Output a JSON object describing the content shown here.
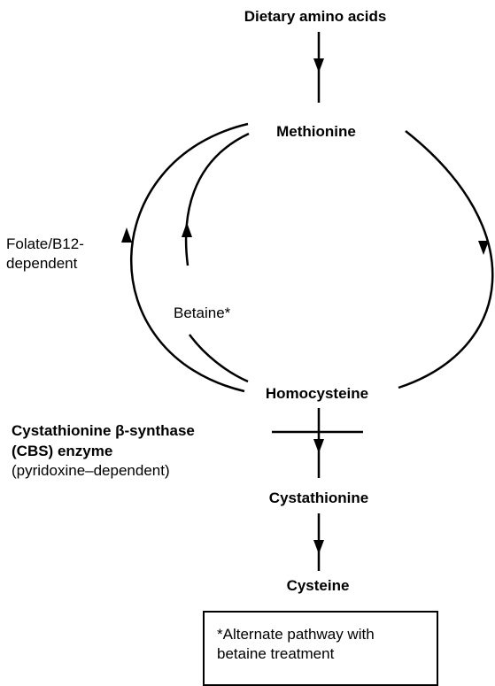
{
  "nodes": {
    "dietary": "Dietary amino acids",
    "methionine": "Methionine",
    "homocysteine": "Homocysteine",
    "cystathionine": "Cystathionine",
    "cysteine": "Cysteine"
  },
  "labels": {
    "folate_line1": "Folate/B12-",
    "folate_line2": "dependent",
    "betaine": "Betaine*",
    "enzyme_line1": "Cystathionine β-synthase",
    "enzyme_line2": "(CBS) enzyme",
    "enzyme_line3": "(pyridoxine–dependent)"
  },
  "note": {
    "line1": "*Alternate pathway with",
    "line2": "betaine treatment"
  }
}
